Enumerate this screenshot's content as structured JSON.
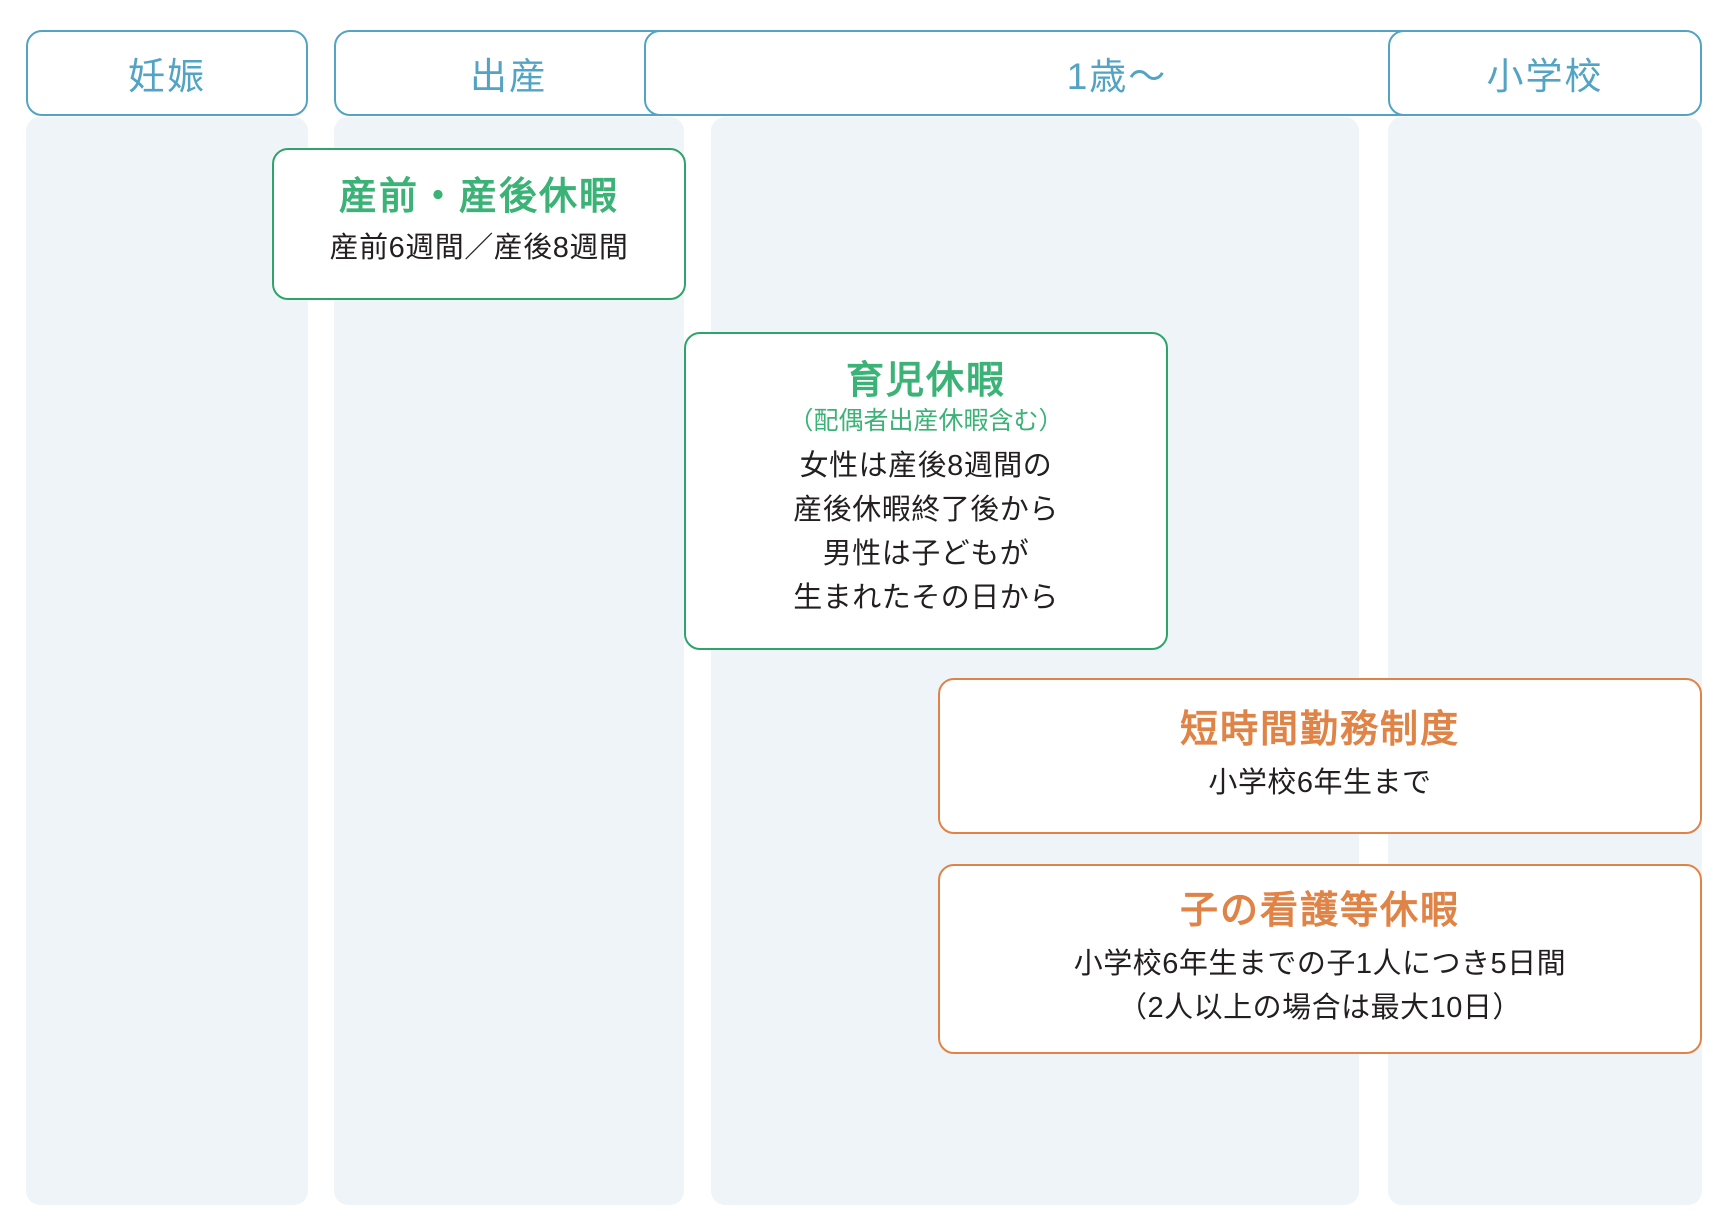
{
  "timeline": {
    "stages": [
      {
        "id": "pregnancy",
        "label": "妊娠"
      },
      {
        "id": "birth",
        "label": "出産"
      },
      {
        "id": "one-year-up",
        "label": "1歳〜"
      },
      {
        "id": "elementary",
        "label": "小学校"
      }
    ]
  },
  "cards": {
    "maternity": {
      "title": "産前・産後休暇",
      "body_lines": [
        "産前6週間／産後8週間"
      ]
    },
    "childcare": {
      "title": "育児休暇",
      "subtitle": "（配偶者出産休暇含む）",
      "body_lines": [
        "女性は産後8週間の",
        "産後休暇終了後から",
        "男性は子どもが",
        "生まれたその日から"
      ]
    },
    "shorttime": {
      "title": "短時間勤務制度",
      "body_lines": [
        "小学校6年生まで"
      ]
    },
    "nursing": {
      "title": "子の看護等休暇",
      "body_lines": [
        "小学校6年生までの子1人につき5日間",
        "（2人以上の場合は最大10日）"
      ]
    }
  },
  "colors": {
    "stage_accent": "#53A3C4",
    "leave_green": "#3BB276",
    "leave_green_border": "#2FA46A",
    "work_orange": "#E08346",
    "track_background": "#EFF4F8",
    "body_text": "#231F20"
  }
}
